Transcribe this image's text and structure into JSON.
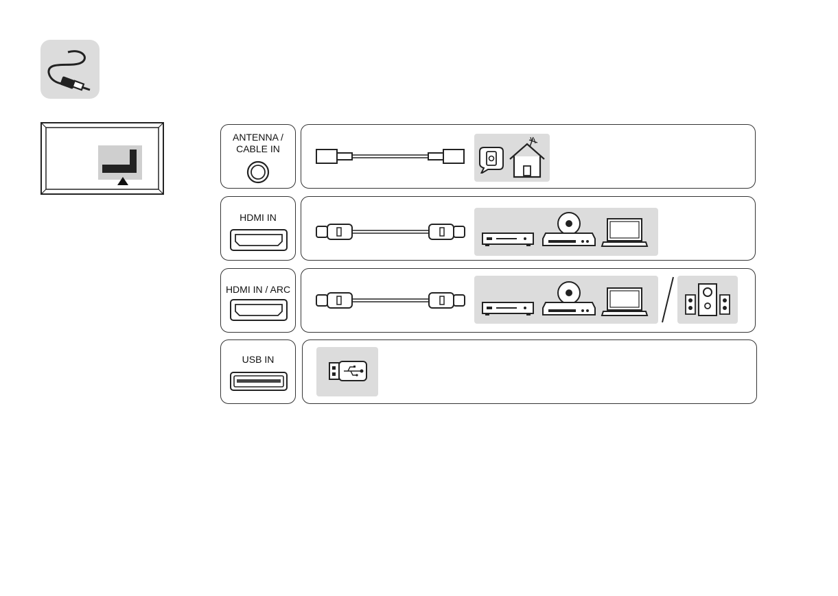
{
  "header": {
    "icon": "cable-plug-icon"
  },
  "tv": {
    "icon": "tv-back-panel-icon",
    "marker": "up-triangle-icon"
  },
  "ports": [
    {
      "label_line1": "ANTENNA /",
      "label_line2": "CABLE IN",
      "icon": "coaxial-port-icon",
      "cable": "coaxial-cable-icon",
      "devices": [
        "wall-outlet-icon",
        "house-antenna-icon"
      ]
    },
    {
      "label_line1": "HDMI IN",
      "icon": "hdmi-port-icon",
      "cable": "hdmi-cable-icon",
      "devices": [
        "set-top-box-icon",
        "dvd-player-icon",
        "laptop-icon"
      ]
    },
    {
      "label_line1": "HDMI IN / ARC",
      "icon": "hdmi-port-icon",
      "cable": "hdmi-cable-icon",
      "devices": [
        "set-top-box-icon",
        "dvd-player-icon",
        "laptop-icon",
        "speakers-icon"
      ]
    },
    {
      "label_line1": "USB IN",
      "icon": "usb-port-icon",
      "devices": [
        "usb-stick-icon"
      ]
    }
  ],
  "colors": {
    "panel_grey": "#dcdcdc",
    "line": "#333333",
    "dark": "#222222"
  }
}
